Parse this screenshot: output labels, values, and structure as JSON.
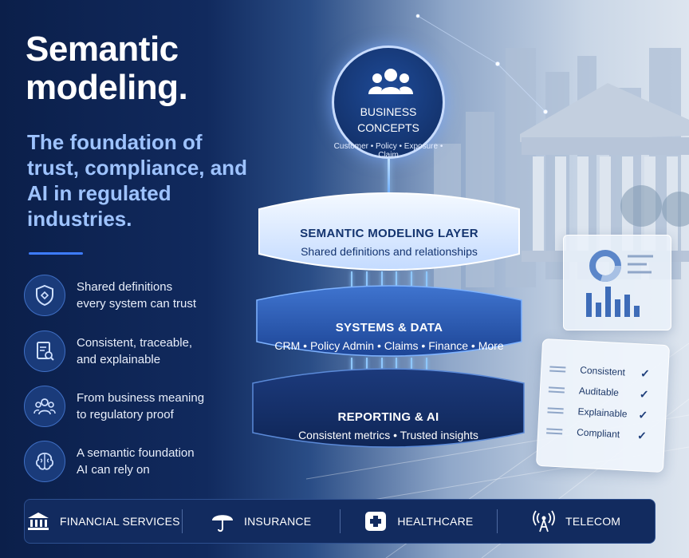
{
  "headline": "Semantic\nmodeling.",
  "subhead": "The foundation of trust, compliance, and AI in regulated industries.",
  "features": [
    {
      "icon": "shield-icon",
      "text": "Shared definitions\nevery system can trust"
    },
    {
      "icon": "document-search-icon",
      "text": "Consistent, traceable,\nand explainable"
    },
    {
      "icon": "people-icon",
      "text": "From business meaning\nto regulatory proof"
    },
    {
      "icon": "brain-icon",
      "text": "A semantic foundation\nAI can rely on"
    }
  ],
  "bubble": {
    "icon": "people-group-icon",
    "title": "BUSINESS\nCONCEPTS",
    "subtitle": "Customer • Policy • Exposure • Claim"
  },
  "layers": [
    {
      "title": "SEMANTIC MODELING LAYER",
      "subtitle": "Shared definitions and relationships"
    },
    {
      "title": "SYSTEMS & DATA",
      "subtitle": "CRM • Policy Admin • Claims • Finance • More"
    },
    {
      "title": "REPORTING & AI",
      "subtitle": "Consistent metrics • Trusted insights"
    }
  ],
  "checklist": [
    "Consistent",
    "Auditable",
    "Explainable",
    "Compliant"
  ],
  "industries": [
    {
      "icon": "bank-icon",
      "label": "FINANCIAL SERVICES"
    },
    {
      "icon": "umbrella-icon",
      "label": "INSURANCE"
    },
    {
      "icon": "medical-cross-icon",
      "label": "HEALTHCARE"
    },
    {
      "icon": "antenna-icon",
      "label": "TELECOM"
    }
  ],
  "colors": {
    "navy": "#0b1f4a",
    "accent_blue": "#3d7cff",
    "subhead_blue": "#9ec3ff"
  }
}
